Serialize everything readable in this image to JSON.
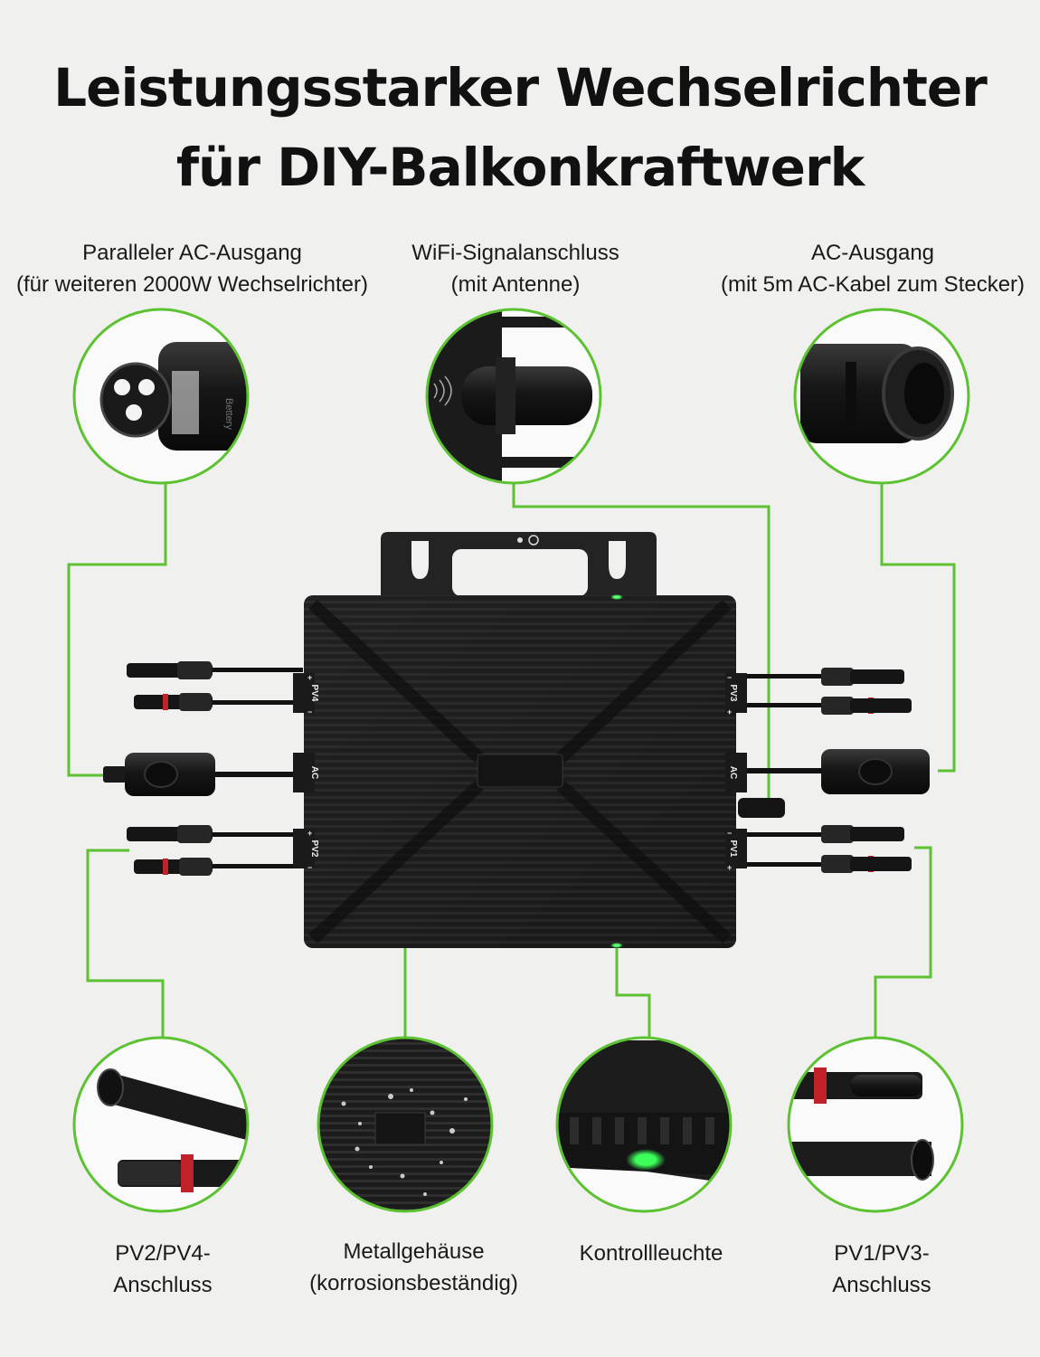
{
  "title": {
    "line1": "Leistungsstarker Wechselrichter",
    "line2": "für DIY-Balkonkraftwerk"
  },
  "callouts": {
    "parallel_ac": {
      "line1": "Paralleler AC-Ausgang",
      "line2": "(für weiteren 2000W Wechselrichter)"
    },
    "wifi": {
      "line1": "WiFi-Signalanschluss",
      "line2": "(mit Antenne)"
    },
    "ac_out": {
      "line1": "AC-Ausgang",
      "line2": "(mit 5m AC-Kabel zum Stecker)"
    },
    "pv24": {
      "line1": "PV2/PV4-",
      "line2": "Anschluss"
    },
    "metal": {
      "line1": "Metallgehäuse",
      "line2": "(korrosionsbeständig)"
    },
    "led": {
      "line1": "Kontrollleuchte"
    },
    "pv13": {
      "line1": "PV1/PV3-",
      "line2": "Anschluss"
    }
  },
  "device": {
    "port_labels": {
      "pv4": "PV4",
      "pv2": "PV2",
      "ac_left": "AC",
      "pv3": "PV3",
      "ac_right": "AC",
      "pv1": "PV1"
    },
    "polarity": {
      "plus": "+",
      "minus": "−"
    },
    "brand": "Bettery"
  },
  "colors": {
    "accent_green": "#5cc232",
    "led_green": "#3cff5a",
    "housing": "#1e1e1e",
    "background": "#f0f0ee"
  }
}
